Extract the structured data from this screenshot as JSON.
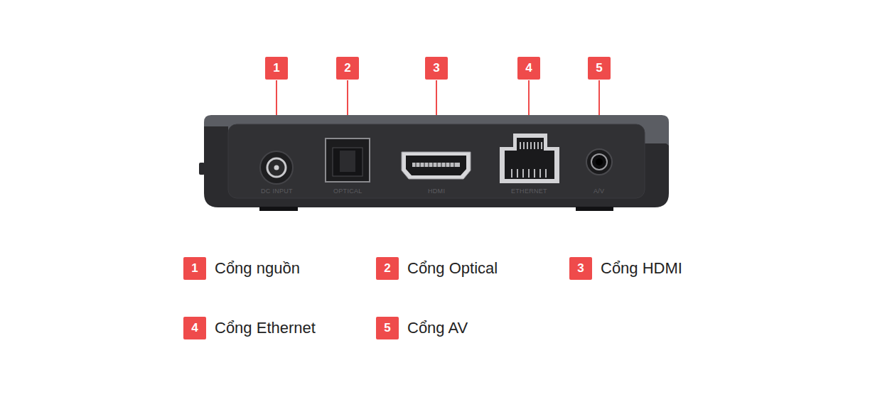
{
  "diagram": {
    "labels": [
      "1",
      "2",
      "3",
      "4",
      "5",
      "DC INPUT",
      "OPTICAL",
      "HDMI",
      "ETHERNET",
      "A/V",
      "1",
      "Cổng nguồn",
      "2",
      "Cổng Optical",
      "3",
      "Cổng HDMI",
      "4",
      "Cổng Ethernet",
      "5",
      "Cổng AV"
    ]
  }
}
